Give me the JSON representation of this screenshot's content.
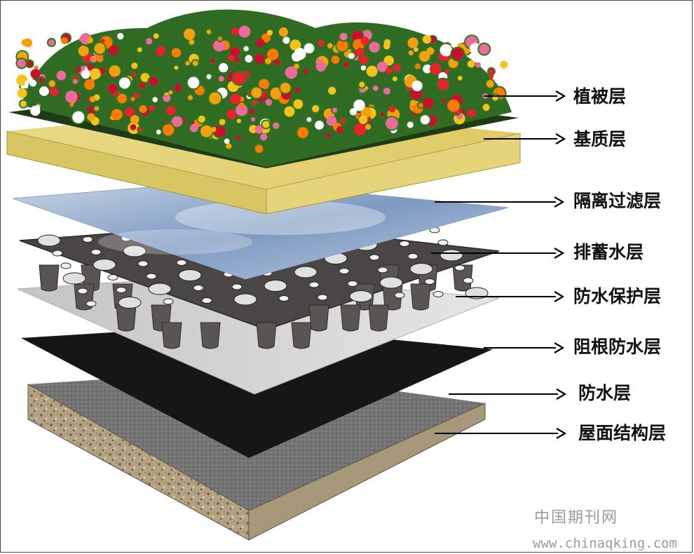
{
  "layers": [
    {
      "id": "vegetation",
      "label": "植被层"
    },
    {
      "id": "substrate",
      "label": "基质层"
    },
    {
      "id": "filter",
      "label": "隔离过滤层"
    },
    {
      "id": "drainage",
      "label": "排蓄水层"
    },
    {
      "id": "protection",
      "label": "防水保护层"
    },
    {
      "id": "root-barrier",
      "label": "阻根防水层"
    },
    {
      "id": "waterproof",
      "label": "防水层"
    },
    {
      "id": "roof-structure",
      "label": "屋面结构层"
    }
  ],
  "watermark": {
    "site_name": "中国期刊网",
    "url": "www.chinaqking.com"
  },
  "colors": {
    "substrate": "#e8d77a",
    "filter": "#9fb6d4",
    "drainage": "#4a4645",
    "protection": "#d4d4d4",
    "root_barrier": "#161616",
    "waterproof": "#6f6f6f",
    "concrete": "#b9a98a",
    "arrow": "#000000"
  }
}
